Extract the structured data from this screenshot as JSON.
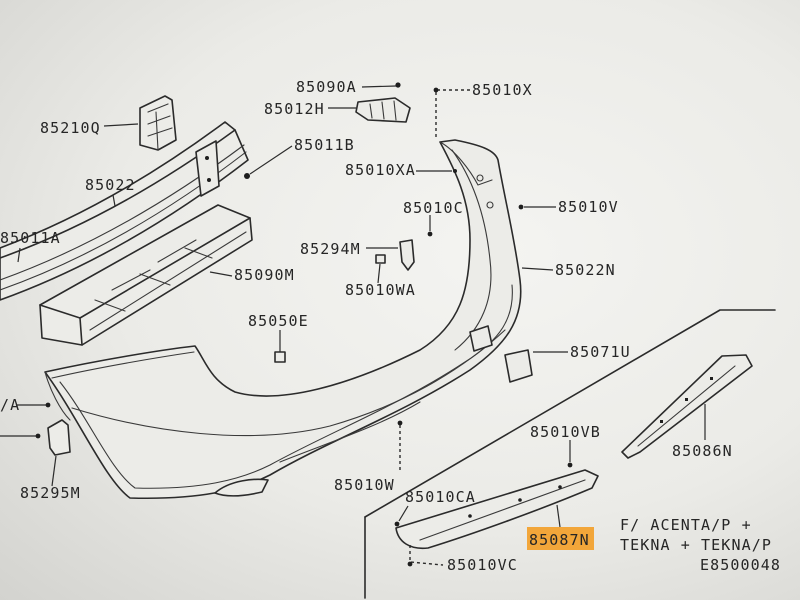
{
  "diagram": {
    "catalog_code": "E8500048",
    "note": [
      "F/ ACENTA/P +",
      "TEKNA + TEKNA/P"
    ],
    "highlight_color": "#f2a63a",
    "line_color": "#2b2b2b",
    "labels": {
      "85090A": "85090A",
      "85012H": "85012H",
      "85010X": "85010X",
      "85210Q": "85210Q",
      "85011B": "85011B",
      "85010XA": "85010XA",
      "85022": "85022",
      "85010C": "85010C",
      "85010V": "85010V",
      "85011A": "85011A",
      "85294M": "85294M",
      "85022N": "85022N",
      "85090M": "85090M",
      "85010WA": "85010WA",
      "85050E": "85050E",
      "85071U": "85071U",
      "cut_left": "/A",
      "85010VB": "85010VB",
      "85086N": "85086N",
      "85010W": "85010W",
      "85295M": "85295M",
      "85010CA": "85010CA",
      "85087N": "85087N",
      "85010VC": "85010VC"
    }
  }
}
